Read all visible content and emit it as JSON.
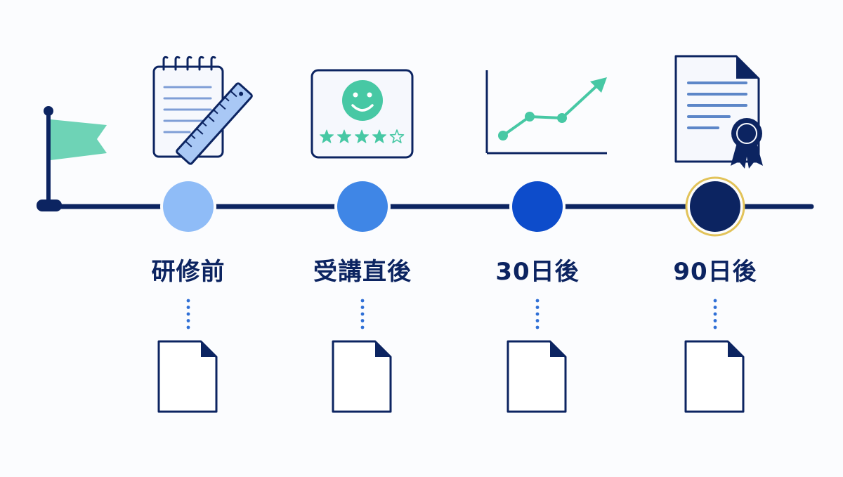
{
  "colors": {
    "navy": "#0c2461",
    "flag": "#6ed3b6",
    "teal": "#47c8a4",
    "bg": "#fbfcfe",
    "dot_blue": "#2f6fd6",
    "gold_ring": "#e2c35a"
  },
  "stages": [
    {
      "label": "研修前",
      "icon": "notepad-ruler-icon",
      "node_color": "#8fbcf7"
    },
    {
      "label": "受講直後",
      "icon": "smiley-rating-card-icon",
      "node_color": "#3f86e6"
    },
    {
      "label": "30日後",
      "icon": "line-chart-growth-icon",
      "node_color": "#0d4ccb"
    },
    {
      "label": "90日後",
      "icon": "certificate-ribbon-icon",
      "node_color": "#0c2461"
    }
  ],
  "rating": {
    "filled_stars": 4,
    "total_stars": 5
  },
  "document_icon": "blank-document-icon",
  "start_icon": "start-flag-icon"
}
